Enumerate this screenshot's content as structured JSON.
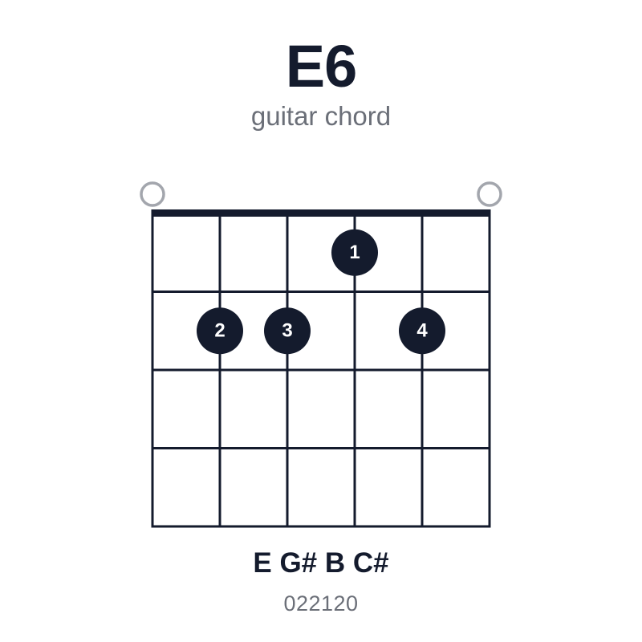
{
  "chord": {
    "name": "E6",
    "subtitle": "guitar chord",
    "notes": "E G# B C#",
    "fingering": "022120"
  },
  "strings_from_low": [
    {
      "state": "open",
      "fret": 0,
      "finger": null
    },
    {
      "state": "fretted",
      "fret": 2,
      "finger": "2"
    },
    {
      "state": "fretted",
      "fret": 2,
      "finger": "3"
    },
    {
      "state": "fretted",
      "fret": 1,
      "finger": "1"
    },
    {
      "state": "fretted",
      "fret": 2,
      "finger": "4"
    },
    {
      "state": "open",
      "fret": 0,
      "finger": null
    }
  ],
  "frets_shown": 4,
  "colors": {
    "ink": "#141b2d",
    "muted": "#6b6f78",
    "open_marker": "#a3a6ad"
  }
}
